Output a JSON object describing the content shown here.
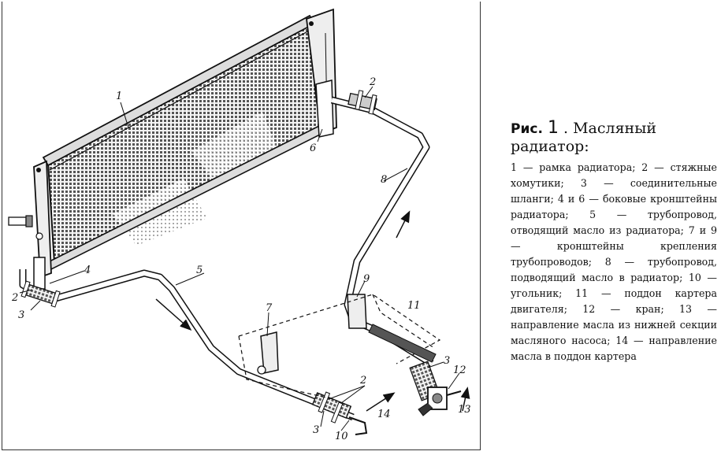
{
  "caption": {
    "fig_label": "Рис.",
    "fig_number": "1",
    "title": ". Масляный радиатор:",
    "body": "1 — рамка радиатора; 2 — стяжные хомутики; 3 — соединительные шланги; 4 и 6 — боковые кронштейны радиатора; 5 — трубопровод, отводящий масло из радиатора; 7 и 9 — кронштейны крепления трубопроводов; 8 — трубопровод, подводящий масло в радиатор; 10 — угольник; 11 — поддон картера двигателя; 12 — кран; 13 — направление масла из нижней секции масляного насоса; 14 — направление масла в поддон картера"
  },
  "callouts": [
    {
      "id": "1",
      "text": "1"
    },
    {
      "id": "2a",
      "text": "2"
    },
    {
      "id": "2b",
      "text": "2"
    },
    {
      "id": "2c",
      "text": "2"
    },
    {
      "id": "3a",
      "text": "3"
    },
    {
      "id": "3b",
      "text": "3"
    },
    {
      "id": "3c",
      "text": "3"
    },
    {
      "id": "4",
      "text": "4"
    },
    {
      "id": "5",
      "text": "5"
    },
    {
      "id": "6",
      "text": "6"
    },
    {
      "id": "7",
      "text": "7"
    },
    {
      "id": "8",
      "text": "8"
    },
    {
      "id": "9",
      "text": "9"
    },
    {
      "id": "10",
      "text": "10"
    },
    {
      "id": "11",
      "text": "11"
    },
    {
      "id": "12",
      "text": "12"
    },
    {
      "id": "13",
      "text": "13"
    },
    {
      "id": "14",
      "text": "14"
    }
  ]
}
